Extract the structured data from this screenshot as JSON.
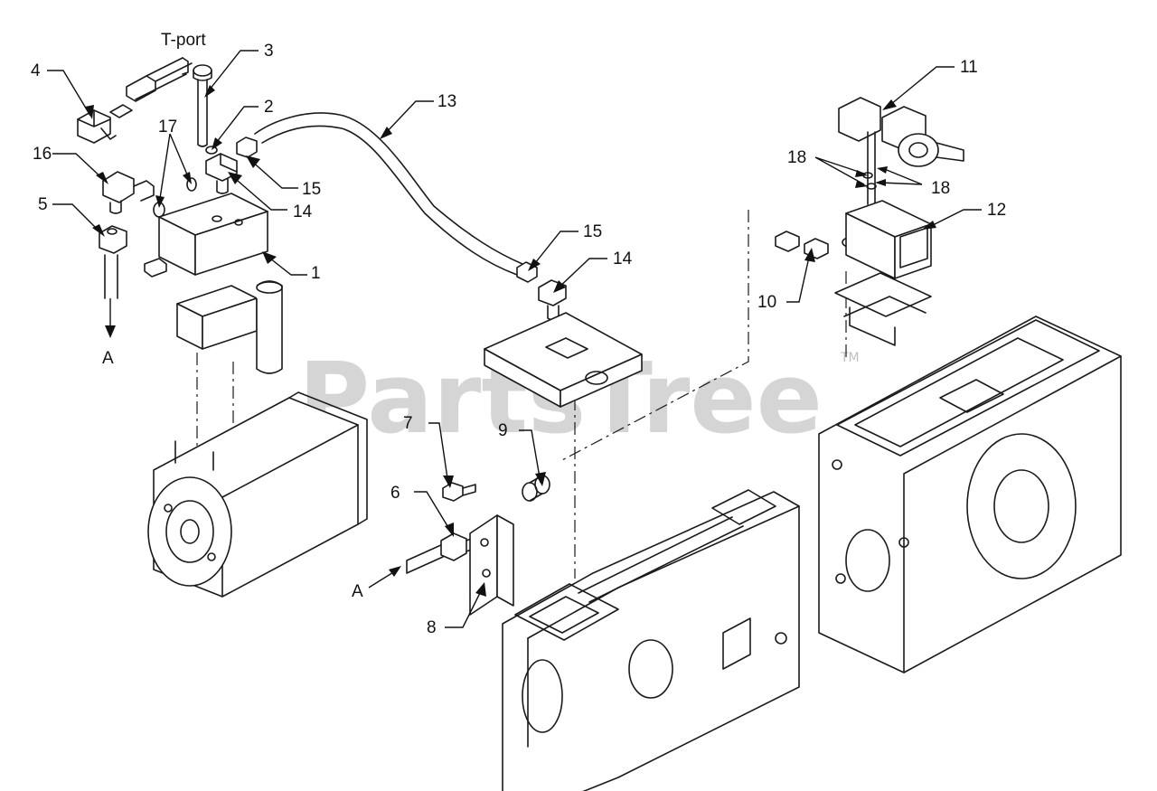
{
  "watermark": {
    "text": "PartsTree",
    "trademark": "TM",
    "color": "#c8c8c8"
  },
  "labels": {
    "t_port": "T-port",
    "port_a": "A",
    "p1": "1",
    "p2": "2",
    "p3": "3",
    "p4": "4",
    "p5": "5",
    "p6": "6",
    "p7": "7",
    "p8": "8",
    "p9": "9",
    "p10": "10",
    "p11": "11",
    "p12": "12",
    "p13": "13",
    "p14": "14",
    "p15": "15",
    "p16": "16",
    "p17": "17",
    "p18": "18"
  }
}
